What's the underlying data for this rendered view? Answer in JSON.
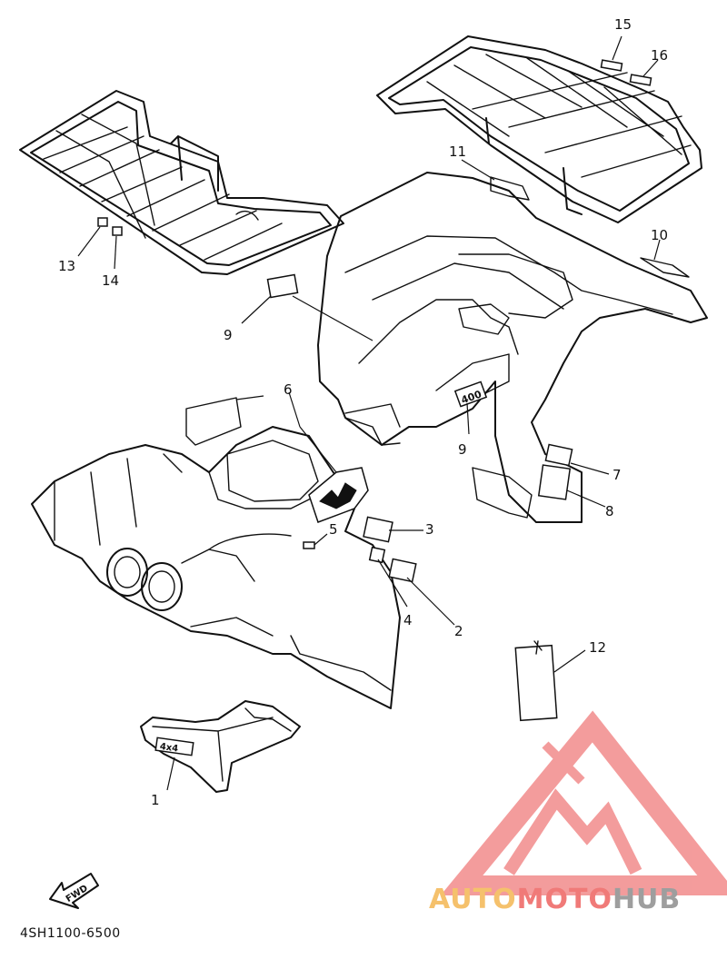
{
  "diagram": {
    "callouts": [
      {
        "id": "c1",
        "label": "1"
      },
      {
        "id": "c2",
        "label": "2"
      },
      {
        "id": "c3",
        "label": "3"
      },
      {
        "id": "c4",
        "label": "4"
      },
      {
        "id": "c5",
        "label": "5"
      },
      {
        "id": "c6",
        "label": "6"
      },
      {
        "id": "c7",
        "label": "7"
      },
      {
        "id": "c8",
        "label": "8"
      },
      {
        "id": "c9a",
        "label": "9"
      },
      {
        "id": "c9b",
        "label": "9"
      },
      {
        "id": "c10",
        "label": "10"
      },
      {
        "id": "c11",
        "label": "11"
      },
      {
        "id": "c12",
        "label": "12"
      },
      {
        "id": "c13",
        "label": "13"
      },
      {
        "id": "c14",
        "label": "14"
      },
      {
        "id": "c15",
        "label": "15"
      },
      {
        "id": "c16",
        "label": "16"
      }
    ],
    "part_code": "4SH1100-6500",
    "fwd_label": "FWD",
    "emblem_text": "4x4",
    "side_emblem_text": "400"
  },
  "watermark": {
    "part1": "AUTO",
    "part2": "MOTO",
    "part3": "HUB",
    "color1": "#f5c16c",
    "color2": "#f07a78",
    "color3": "#9e9e9e",
    "logo_color": "#f28b8b"
  }
}
